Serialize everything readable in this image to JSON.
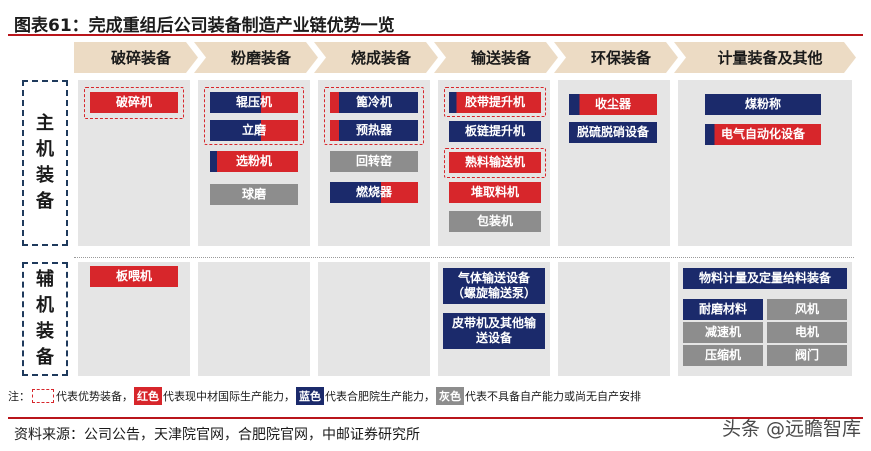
{
  "title": "图表61：完成重组后公司装备制造产业链优势一览",
  "columns": [
    "破碎装备",
    "粉磨装备",
    "烧成装备",
    "输送装备",
    "环保装备",
    "计量装备及其他"
  ],
  "rows": {
    "main": [
      "主",
      "机",
      "装",
      "备"
    ],
    "aux": [
      "辅",
      "机",
      "装",
      "备"
    ]
  },
  "items": {
    "crush_main": "破碎机",
    "crush_aux": "板喂机",
    "grind_1": "辊压机",
    "grind_2": "立磨",
    "grind_3": "选粉机",
    "grind_4": "球磨",
    "burn_1": "篦冷机",
    "burn_2": "预热器",
    "burn_3": "回转窑",
    "burn_4": "燃烧器",
    "conv_1": "胶带提升机",
    "conv_2": "板链提升机",
    "conv_3": "熟料输送机",
    "conv_4": "堆取料机",
    "conv_5": "包装机",
    "conv_aux_1": "气体输送设备（螺旋输送泵）",
    "conv_aux_2": "皮带机及其他输送设备",
    "env_1": "收尘器",
    "env_2": "脱硫脱硝设备",
    "meas_1": "煤粉称",
    "meas_2": "电气自动化设备",
    "meas_aux_1": "物料计量及定量给料装备",
    "meas_aux_2": "耐磨材料",
    "meas_aux_3": "风机",
    "meas_aux_4": "减速机",
    "meas_aux_5": "电机",
    "meas_aux_6": "压缩机",
    "meas_aux_7": "阀门"
  },
  "legend": {
    "prefix": "注：",
    "t1": "代表优势装备，",
    "red_chip": "红色",
    "t2": "代表现中材国际生产能力，",
    "blue_chip": "蓝色",
    "t3": "代表合肥院生产能力，",
    "gray_chip": "灰色",
    "t4": "代表不具备自产能力或尚无自产安排"
  },
  "source": "资料来源：公司公告，天津院官网，合肥院官网，中邮证券研究所",
  "watermark": "头条 @远瞻智库",
  "colors": {
    "red": "#d7262b",
    "blue": "#1b2a6b",
    "gray": "#8d8d8d",
    "header": "#ecdbc4",
    "accent": "#b9151b"
  }
}
